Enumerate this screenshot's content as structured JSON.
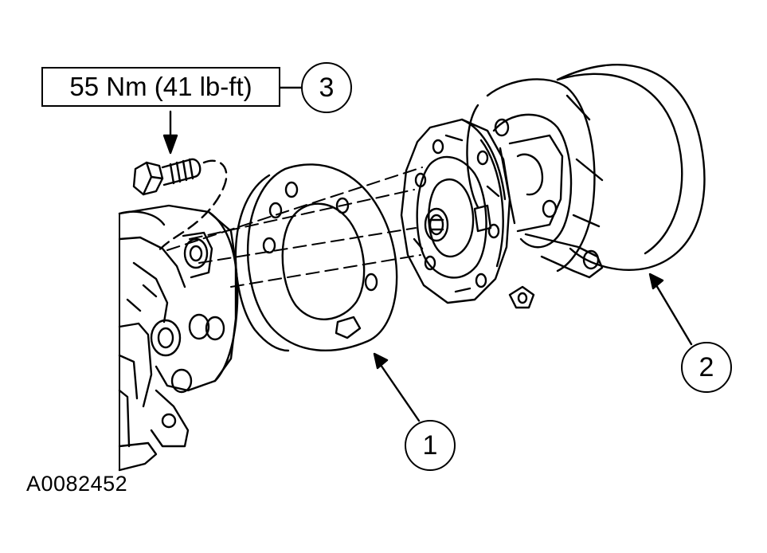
{
  "torque_spec": "55 Nm (41 lb-ft)",
  "callouts": [
    {
      "number": "1",
      "part": "shim-plate"
    },
    {
      "number": "2",
      "part": "pulley-hub-assembly"
    },
    {
      "number": "3",
      "part": "bolt"
    }
  ],
  "figure_code": "A0082452",
  "colors": {
    "line": "#000000",
    "background": "#ffffff"
  }
}
